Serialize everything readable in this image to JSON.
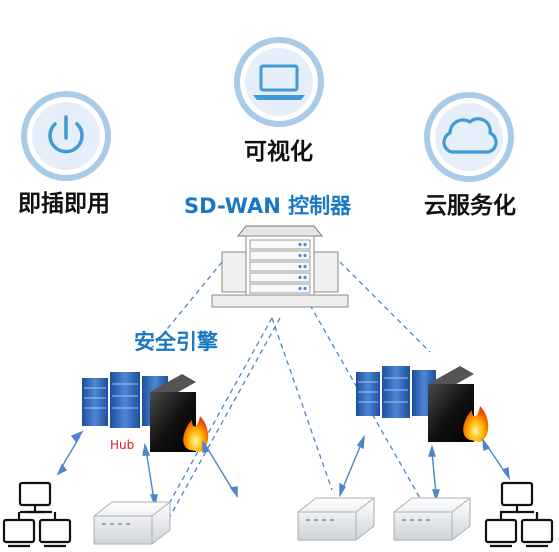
{
  "labels": {
    "visualize": "可视化",
    "plug_and_play": "即插即用",
    "cloud_service": "云服务化",
    "controller": "SD-WAN 控制器",
    "security_engine": "安全引擎",
    "hub": "Hub"
  },
  "icons": {
    "power": "power-icon",
    "laptop": "laptop-icon",
    "cloud": "cloud-icon"
  },
  "colors": {
    "icon_ring": "#a9cbea",
    "icon_stroke": "#3f9ad6",
    "controller_text": "#1a78c2",
    "dashed_line": "#4a86c8",
    "server_blue": "#2f64b5",
    "hub_text": "#e21f26"
  }
}
